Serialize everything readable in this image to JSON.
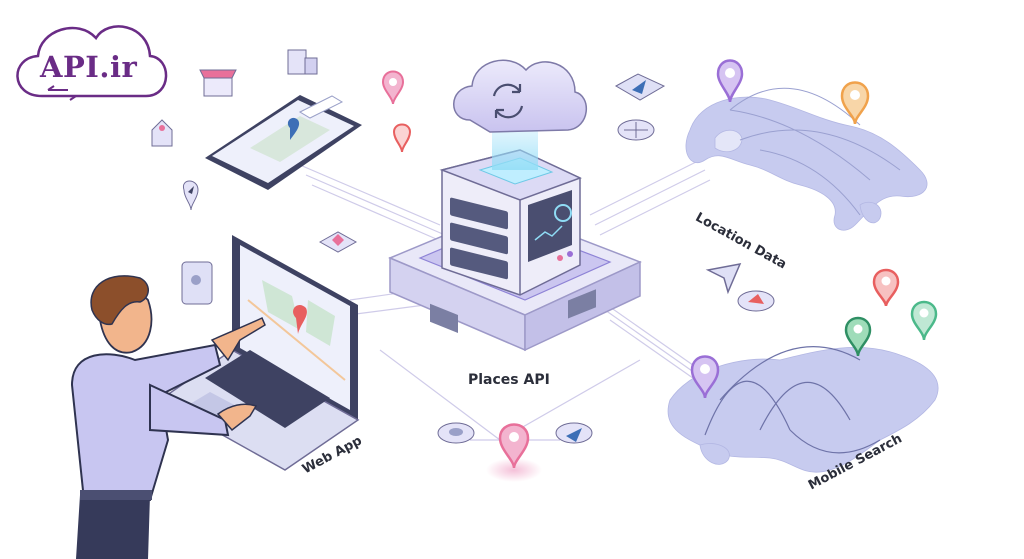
{
  "logo": {
    "text": "API.ir",
    "icon": "cloud-exchange-icon",
    "color": "#6a2c86"
  },
  "labels": {
    "places_api": "Places API",
    "location_data": "Location Data",
    "web_app": "Web App",
    "mobile_search": "Mobile Search"
  },
  "colors": {
    "accent": "#8e83d6",
    "pin_pink": "#e8709a",
    "pin_purple": "#9a6fd6",
    "pin_orange": "#f0a24c",
    "pin_green": "#4bb98a",
    "pin_red": "#e85f5f",
    "map": "#c7cbef"
  }
}
